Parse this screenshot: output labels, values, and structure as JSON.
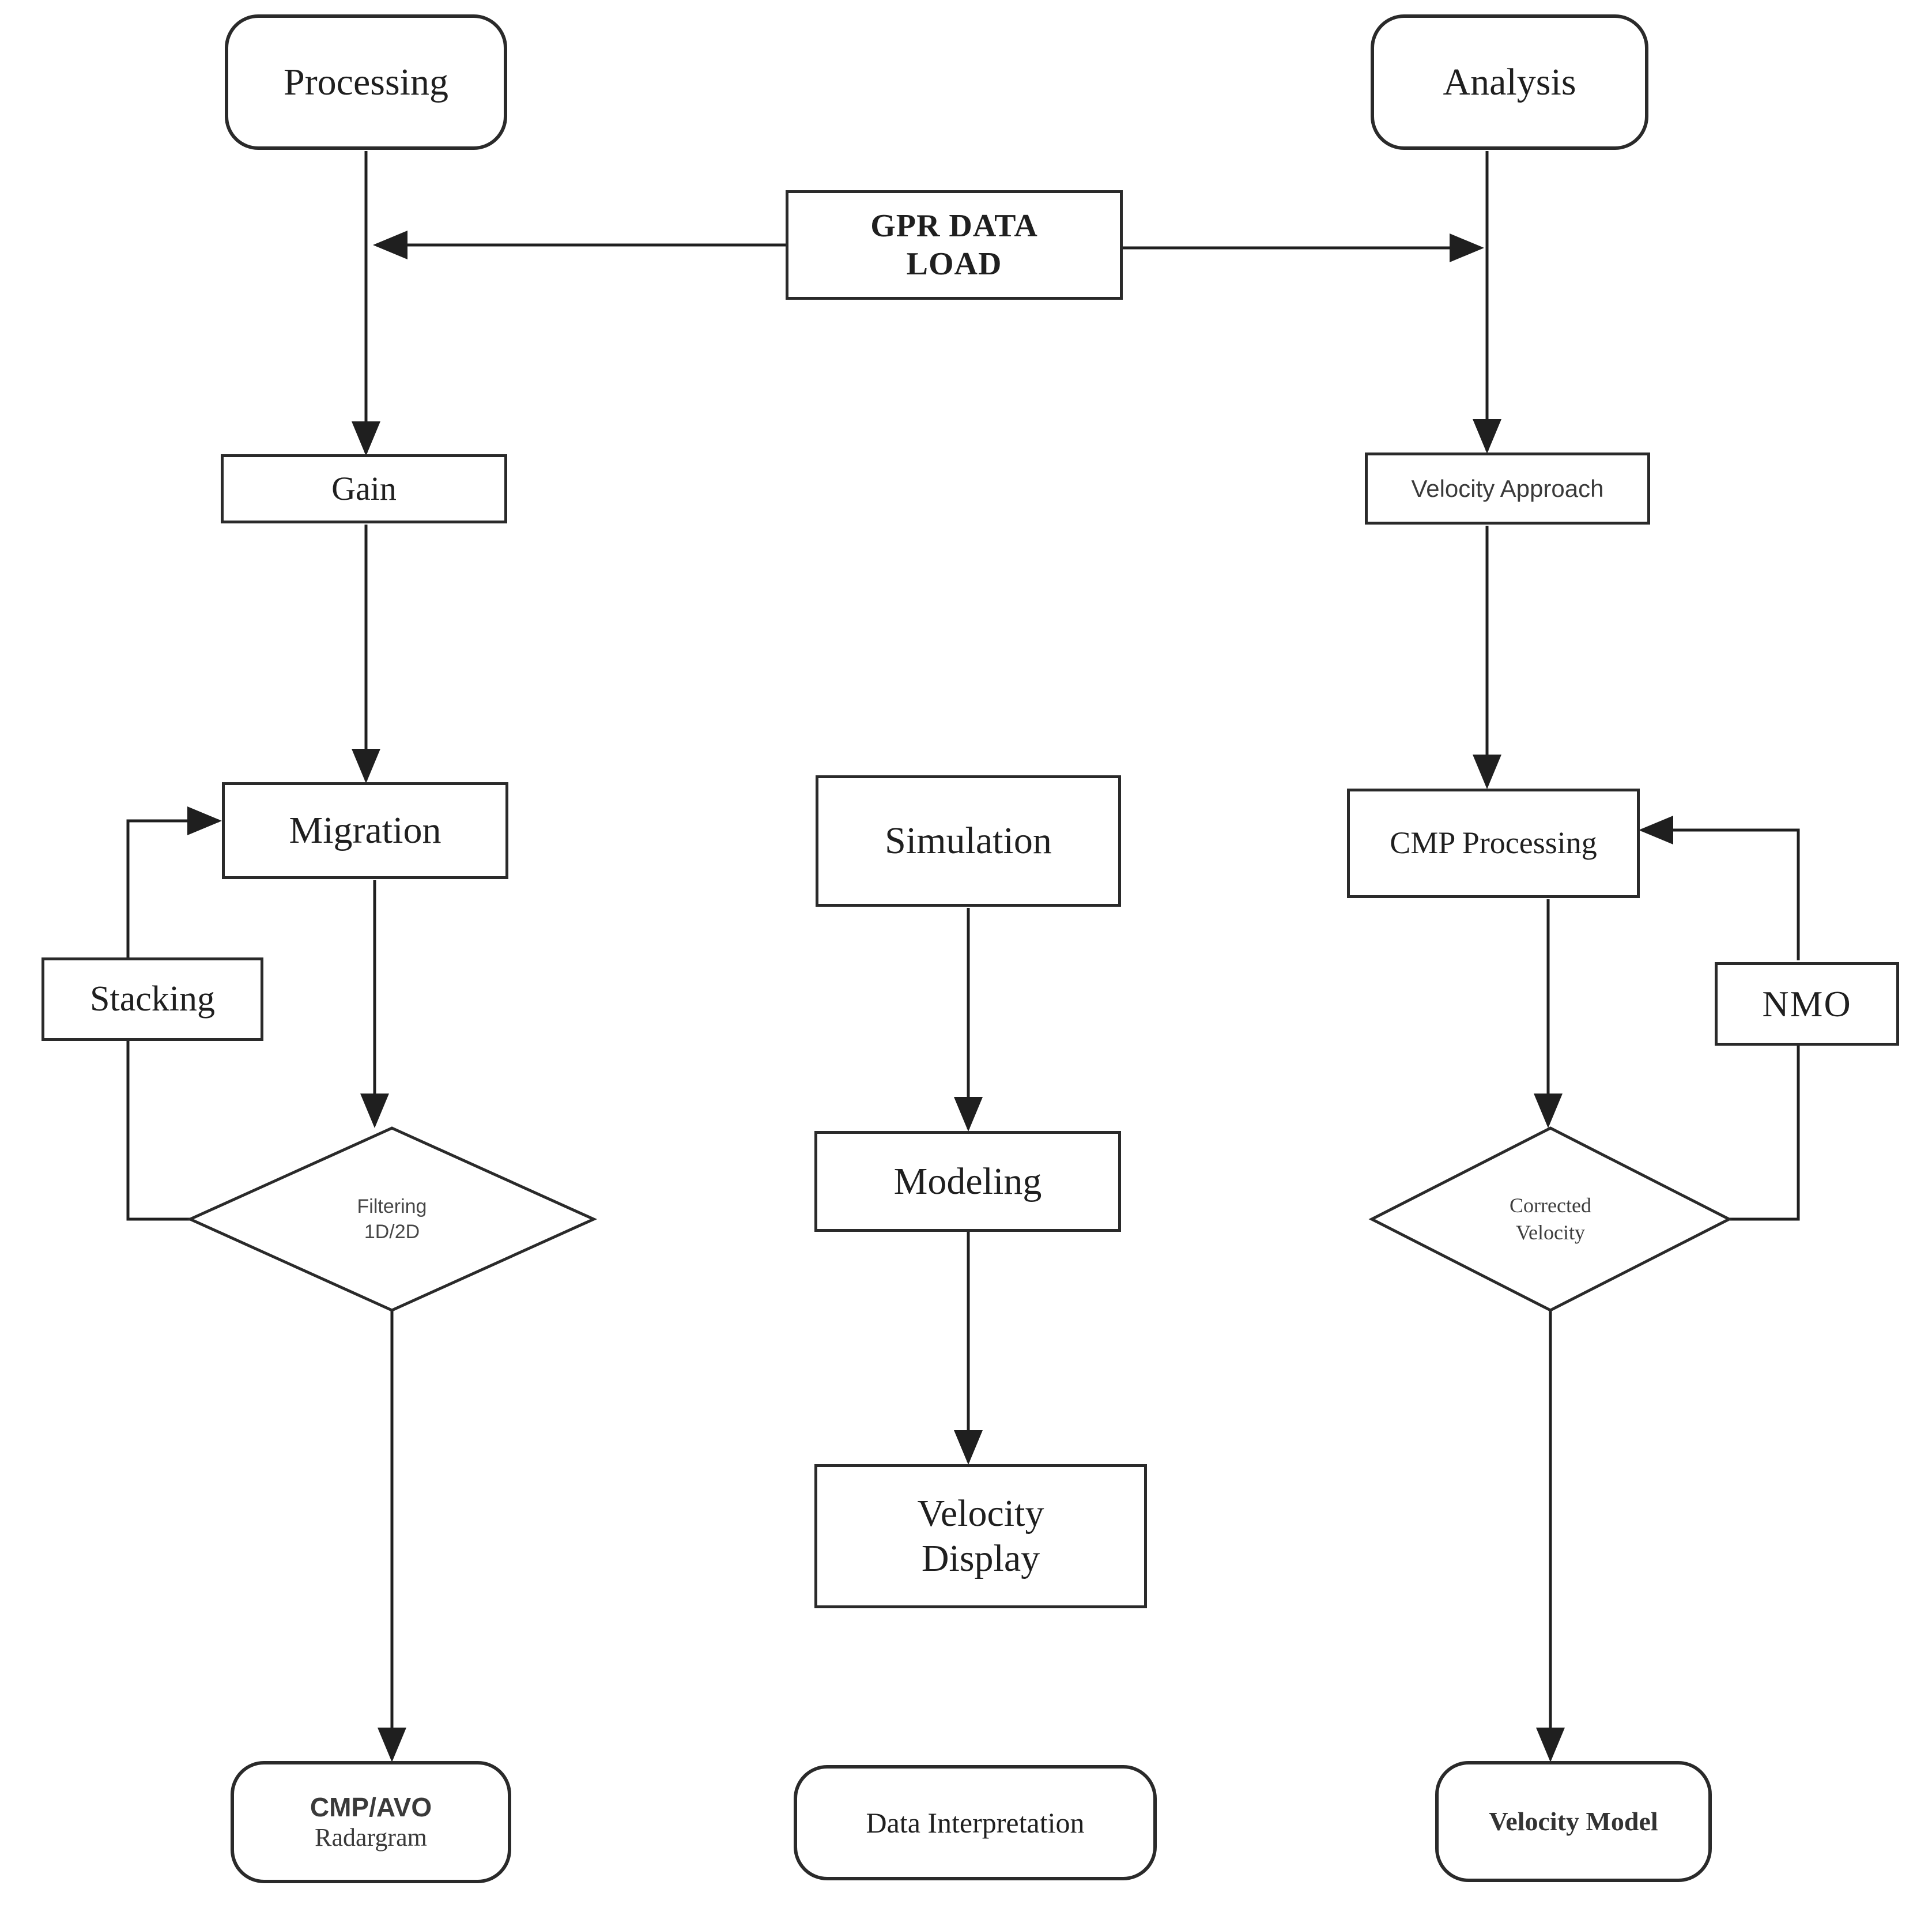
{
  "nodes": {
    "processing": {
      "label": "Processing"
    },
    "analysis": {
      "label": "Analysis"
    },
    "gpr_data_load": {
      "label_line1": "GPR DATA",
      "label_line2": "LOAD"
    },
    "gain": {
      "label": "Gain"
    },
    "velocity_approach": {
      "label": "Velocity Approach"
    },
    "migration": {
      "label": "Migration"
    },
    "stacking": {
      "label": "Stacking"
    },
    "filtering": {
      "label_line1": "Filtering",
      "label_line2": "1D/2D"
    },
    "cmp_avo_radargram": {
      "label_line1": "CMP/AVO",
      "label_line2": "Radargram"
    },
    "simulation": {
      "label": "Simulation"
    },
    "modeling": {
      "label": "Modeling"
    },
    "velocity_display": {
      "label_line1": "Velocity",
      "label_line2": "Display"
    },
    "data_interpretation": {
      "label": "Data Interpretation"
    },
    "cmp_processing": {
      "label": "CMP Processing"
    },
    "nmo": {
      "label": "NMO"
    },
    "corrected_velocity": {
      "label_line1": "Corrected",
      "label_line2": "Velocity"
    },
    "velocity_model": {
      "label": "Velocity Model"
    }
  },
  "edges": [
    {
      "from": "gpr_data_load",
      "to": "processing-branch",
      "arrow": "left"
    },
    {
      "from": "gpr_data_load",
      "to": "analysis-branch",
      "arrow": "right"
    },
    {
      "from": "processing",
      "to": "gain",
      "arrow": "down"
    },
    {
      "from": "gain",
      "to": "migration",
      "arrow": "down"
    },
    {
      "from": "migration",
      "to": "filtering",
      "arrow": "down"
    },
    {
      "from": "filtering",
      "to": "stacking",
      "arrow": "none"
    },
    {
      "from": "stacking",
      "to": "migration",
      "arrow": "right"
    },
    {
      "from": "filtering",
      "to": "cmp_avo_radargram",
      "arrow": "down"
    },
    {
      "from": "analysis",
      "to": "velocity_approach",
      "arrow": "down"
    },
    {
      "from": "velocity_approach",
      "to": "cmp_processing",
      "arrow": "down"
    },
    {
      "from": "cmp_processing",
      "to": "corrected_velocity",
      "arrow": "down"
    },
    {
      "from": "corrected_velocity",
      "to": "nmo",
      "arrow": "none"
    },
    {
      "from": "nmo",
      "to": "cmp_processing",
      "arrow": "left"
    },
    {
      "from": "corrected_velocity",
      "to": "velocity_model",
      "arrow": "down"
    },
    {
      "from": "simulation",
      "to": "modeling",
      "arrow": "down"
    },
    {
      "from": "modeling",
      "to": "velocity_display",
      "arrow": "down"
    }
  ],
  "colors": {
    "background": "#ffffff",
    "line": "#1f1f1f",
    "box_border": "#2a2a2a",
    "text": "#1f1f1f"
  }
}
